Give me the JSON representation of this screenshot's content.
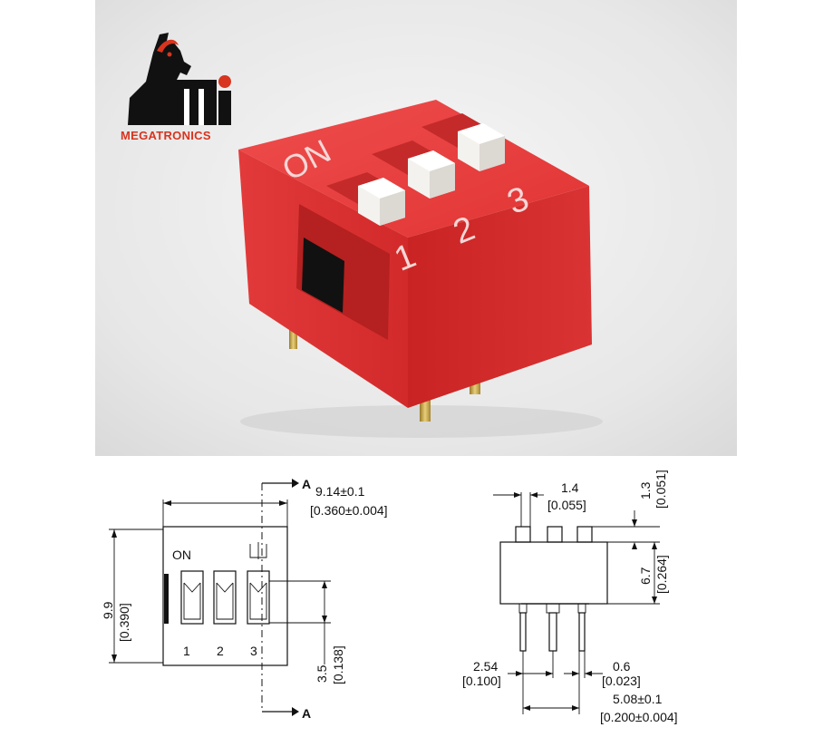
{
  "brand": {
    "name": "MEGATRONICS",
    "logo_letters": "Mi",
    "accent": "#d8341e"
  },
  "switch_photo": {
    "on_label": "ON",
    "positions": [
      "1",
      "2",
      "3"
    ],
    "body_color": "#e23a3a",
    "actuator_color": "#f4f2ee"
  },
  "front_view": {
    "on_label": "ON",
    "positions": [
      "1",
      "2",
      "3"
    ],
    "section_marks": [
      "A",
      "A"
    ],
    "dims": {
      "width_mm": "9.14±0.1",
      "width_in": "[0.360±0.004]",
      "height_mm": "9.9",
      "height_in": "[0.390]",
      "actuator_mm": "3.5",
      "actuator_in": "[0.138]"
    }
  },
  "side_view": {
    "dims": {
      "actuator_w_mm": "1.4",
      "actuator_w_in": "[0.055]",
      "actuator_h_mm": "1.3",
      "actuator_h_in": "[0.051]",
      "body_h_mm": "6.7",
      "body_h_in": "[0.264]",
      "pitch_mm": "2.54",
      "pitch_in": "[0.100]",
      "pin_mm": "0.6",
      "pin_in": "[0.023]",
      "span_mm": "5.08±0.1",
      "span_in": "[0.200±0.004]"
    }
  }
}
